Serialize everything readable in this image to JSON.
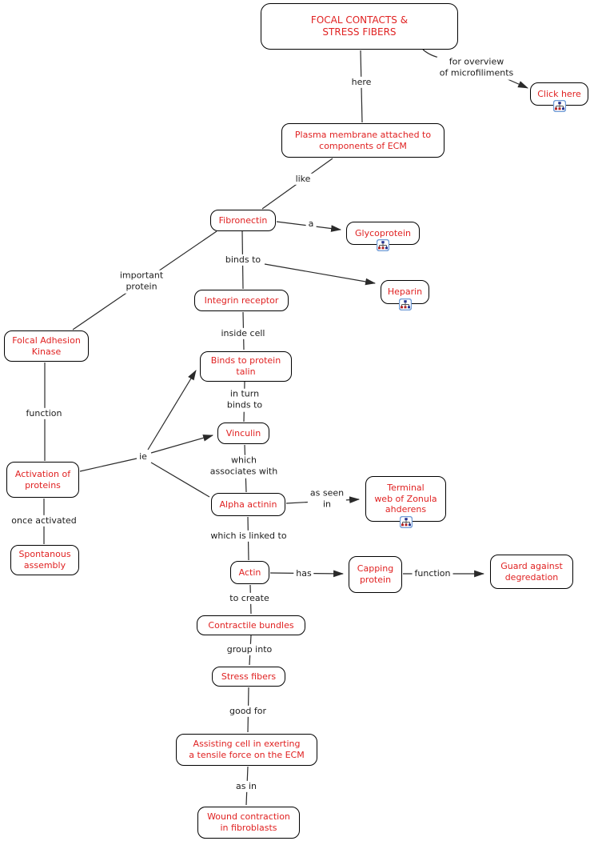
{
  "colors": {
    "node_text": "#e02222",
    "link_text": "#1c1c1c",
    "node_border": "#000000",
    "line_color": "#2a2a2a",
    "icon_border": "#6f9bd6",
    "icon_blue": "#24318f",
    "icon_red": "#b42222"
  },
  "nodes": [
    {
      "id": "focal-contacts",
      "label": "FOCAL CONTACTS &\nSTRESS FIBERS"
    },
    {
      "id": "plasma-membrane",
      "label": "Plasma membrane attached to\ncomponents of ECM"
    },
    {
      "id": "click-here",
      "label": "Click here",
      "has_icon": true
    },
    {
      "id": "fibronectin",
      "label": "Fibronectin"
    },
    {
      "id": "glycoprotein",
      "label": "Glycoprotein",
      "has_icon": true
    },
    {
      "id": "heparin",
      "label": "Heparin",
      "has_icon": true
    },
    {
      "id": "integrin-receptor",
      "label": "Integrin receptor"
    },
    {
      "id": "focal-adhesion-kinase",
      "label": "Folcal Adhesion\nKinase"
    },
    {
      "id": "binds-protein-talin",
      "label": "Binds to protein\ntalin"
    },
    {
      "id": "vinculin",
      "label": "Vinculin"
    },
    {
      "id": "activation-proteins",
      "label": "Activation of\nproteins"
    },
    {
      "id": "spontanous-assembly",
      "label": "Spontanous\nassembly"
    },
    {
      "id": "alpha-actinin",
      "label": "Alpha actinin"
    },
    {
      "id": "terminal-web",
      "label": "Terminal\nweb of Zonula\nahderens",
      "has_icon": true
    },
    {
      "id": "actin",
      "label": "Actin"
    },
    {
      "id": "capping-protein",
      "label": "Capping\nprotein"
    },
    {
      "id": "guard-degredation",
      "label": "Guard against\ndegredation"
    },
    {
      "id": "contractile-bundles",
      "label": "Contractile bundles"
    },
    {
      "id": "stress-fibers",
      "label": "Stress fibers"
    },
    {
      "id": "assisting-cell",
      "label": "Assisting cell in exerting\na tensile force on the ECM"
    },
    {
      "id": "wound-contraction",
      "label": "Wound contraction\nin fibroblasts"
    }
  ],
  "link_labels": [
    {
      "id": "here",
      "label": "here"
    },
    {
      "id": "for-overview",
      "label": "for overview\nof microfiliments"
    },
    {
      "id": "like",
      "label": "like"
    },
    {
      "id": "a",
      "label": "a"
    },
    {
      "id": "binds-to",
      "label": "binds to"
    },
    {
      "id": "important-protein",
      "label": "important\nprotein"
    },
    {
      "id": "function",
      "label": "function"
    },
    {
      "id": "once-activated",
      "label": "once activated"
    },
    {
      "id": "ie",
      "label": "ie"
    },
    {
      "id": "inside-cell",
      "label": "inside cell"
    },
    {
      "id": "in-turn-binds-to",
      "label": "in turn\nbinds to"
    },
    {
      "id": "which-associates",
      "label": "which\nassociates with"
    },
    {
      "id": "as-seen-in",
      "label": "as seen\nin"
    },
    {
      "id": "which-is-linked-to",
      "label": "which is linked to"
    },
    {
      "id": "has",
      "label": "has"
    },
    {
      "id": "function-2",
      "label": "function"
    },
    {
      "id": "to-create",
      "label": "to create"
    },
    {
      "id": "group-into",
      "label": "group into"
    },
    {
      "id": "good-for",
      "label": "good for"
    },
    {
      "id": "as-in",
      "label": "as in"
    }
  ],
  "icon_name": "cmap-resource-icon"
}
